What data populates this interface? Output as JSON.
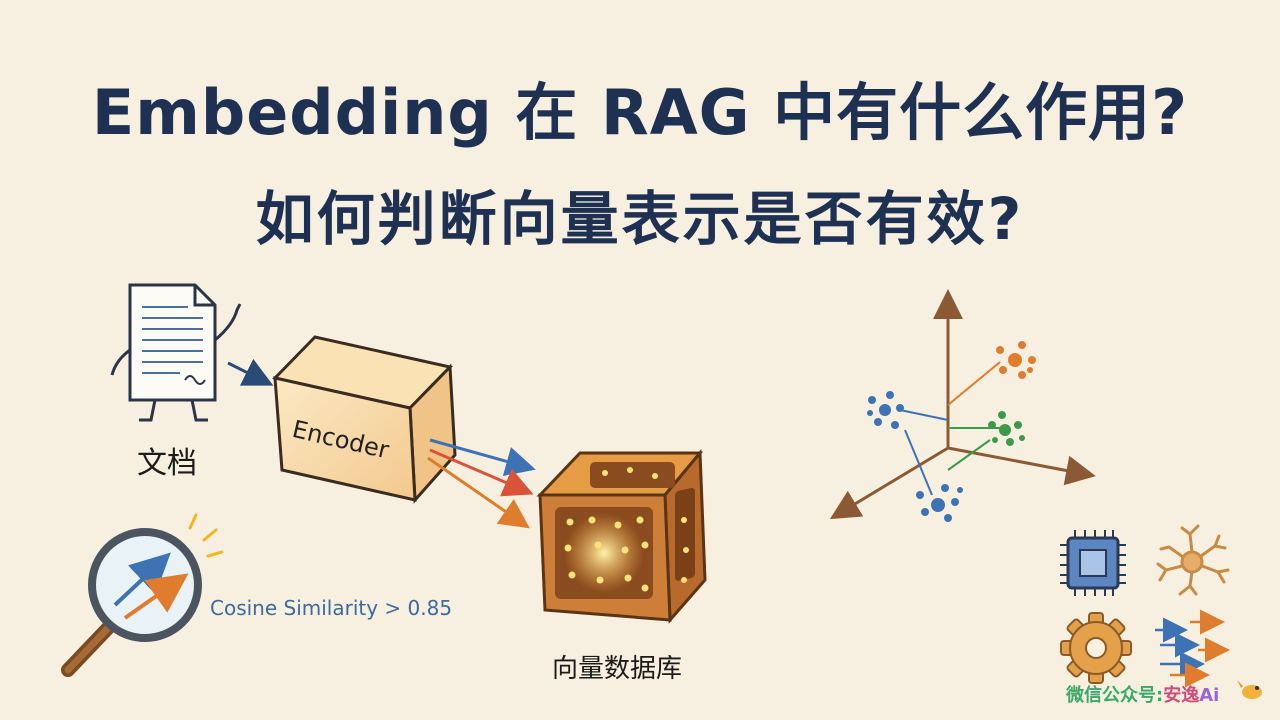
{
  "title": {
    "line1": "Embedding 在 RAG 中有什么作用?",
    "line2": "如何判断向量表示是否有效?"
  },
  "diagram": {
    "document_label": "文档",
    "encoder_label": "Encoder",
    "vector_db_label": "向量数据库",
    "similarity_label": "Cosine Similarity > 0.85"
  },
  "icons": [
    "document-icon",
    "encoder-box-icon",
    "vector-db-cube-icon",
    "magnifier-icon",
    "3d-axes-icon",
    "cpu-chip-icon",
    "neuron-icon",
    "gear-icon",
    "arrows-icon"
  ],
  "watermark": {
    "prefix": "微信公众号:",
    "name": "安逸",
    "suffix": "Ai"
  },
  "colors": {
    "title": "#1e3152",
    "background": "#f7f0e0",
    "blue": "#3d72b5",
    "orange": "#e07c2e",
    "green": "#3d9a4a"
  }
}
